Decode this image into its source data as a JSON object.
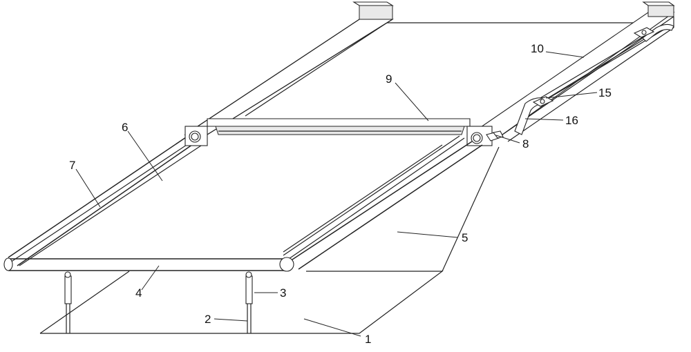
{
  "diagram": {
    "labels": {
      "l1": "1",
      "l2": "2",
      "l3": "3",
      "l4": "4",
      "l5": "5",
      "l6": "6",
      "l7": "7",
      "l8": "8",
      "l9": "9",
      "l10": "10",
      "l15": "15",
      "l16": "16"
    }
  }
}
